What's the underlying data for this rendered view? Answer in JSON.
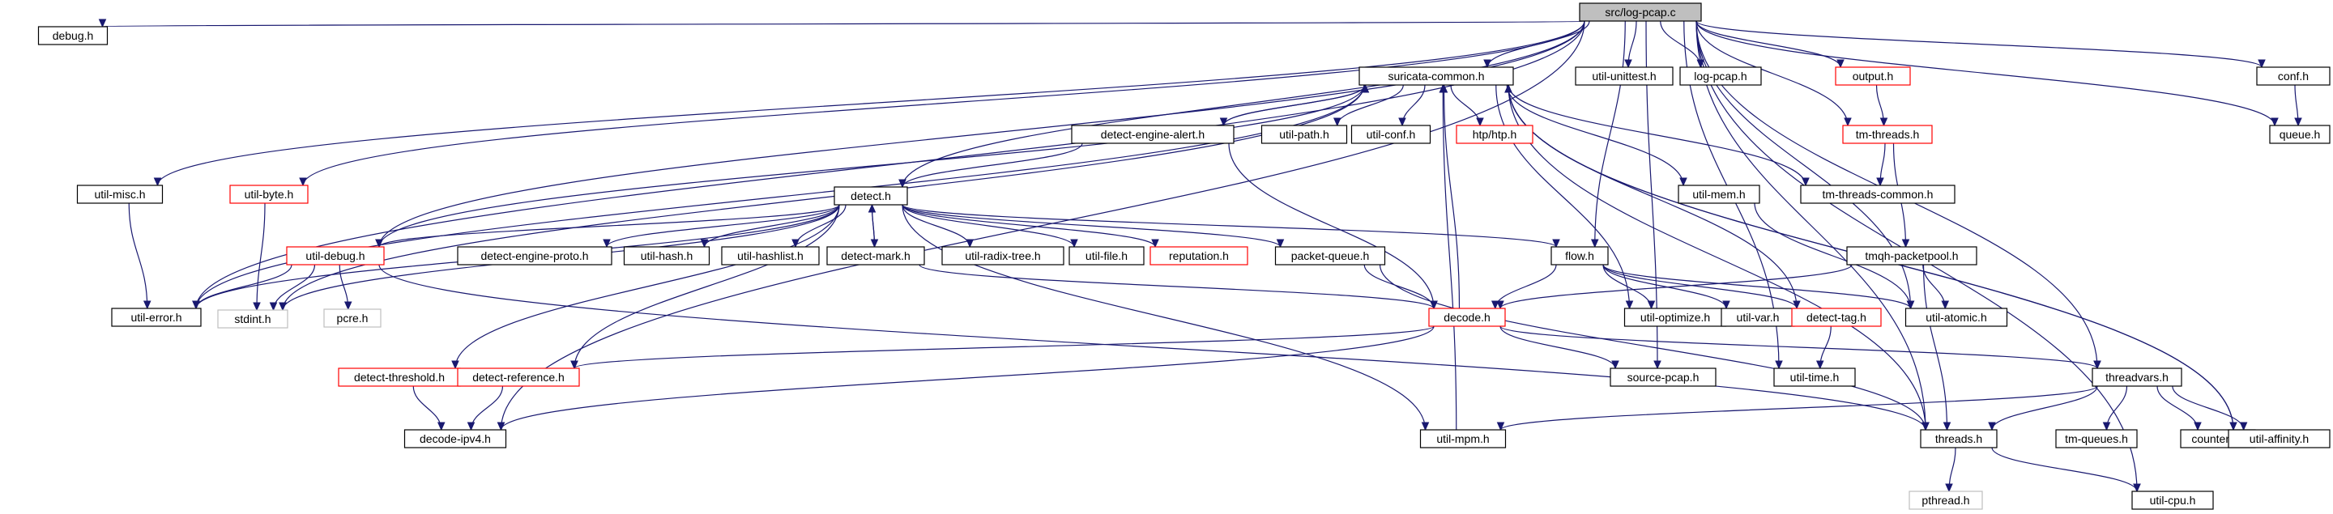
{
  "graph": {
    "colors": {
      "edge": "#191970",
      "normal_border": "#000000",
      "red_border": "#ff0000",
      "grey_border": "#bfbfbf",
      "root_fill": "#bfbfbf"
    },
    "nodes": [
      {
        "id": "log-pcap-c",
        "label": "src/log-pcap.c",
        "style": "root"
      },
      {
        "id": "debug-h",
        "label": "debug.h",
        "style": "normal"
      },
      {
        "id": "suricata-common-h",
        "label": "suricata-common.h",
        "style": "normal"
      },
      {
        "id": "util-unittest-h",
        "label": "util-unittest.h",
        "style": "normal"
      },
      {
        "id": "log-pcap-h",
        "label": "log-pcap.h",
        "style": "normal"
      },
      {
        "id": "output-h",
        "label": "output.h",
        "style": "red"
      },
      {
        "id": "conf-h",
        "label": "conf.h",
        "style": "normal"
      },
      {
        "id": "queue-h",
        "label": "queue.h",
        "style": "normal"
      },
      {
        "id": "detect-engine-alert-h",
        "label": "detect-engine-alert.h",
        "style": "normal"
      },
      {
        "id": "util-path-h",
        "label": "util-path.h",
        "style": "normal"
      },
      {
        "id": "util-conf-h",
        "label": "util-conf.h",
        "style": "normal"
      },
      {
        "id": "htp-h",
        "label": "htp/htp.h",
        "style": "red"
      },
      {
        "id": "tm-threads-h",
        "label": "tm-threads.h",
        "style": "red"
      },
      {
        "id": "util-misc-h",
        "label": "util-misc.h",
        "style": "normal"
      },
      {
        "id": "util-byte-h",
        "label": "util-byte.h",
        "style": "red"
      },
      {
        "id": "detect-h",
        "label": "detect.h",
        "style": "normal"
      },
      {
        "id": "util-mem-h",
        "label": "util-mem.h",
        "style": "normal"
      },
      {
        "id": "tm-threads-common-h",
        "label": "tm-threads-common.h",
        "style": "normal"
      },
      {
        "id": "util-debug-h",
        "label": "util-debug.h",
        "style": "red"
      },
      {
        "id": "detect-engine-proto-h",
        "label": "detect-engine-proto.h",
        "style": "normal"
      },
      {
        "id": "util-hash-h",
        "label": "util-hash.h",
        "style": "normal"
      },
      {
        "id": "util-hashlist-h",
        "label": "util-hashlist.h",
        "style": "normal"
      },
      {
        "id": "detect-mark-h",
        "label": "detect-mark.h",
        "style": "normal"
      },
      {
        "id": "util-radix-tree-h",
        "label": "util-radix-tree.h",
        "style": "normal"
      },
      {
        "id": "util-file-h",
        "label": "util-file.h",
        "style": "normal"
      },
      {
        "id": "reputation-h",
        "label": "reputation.h",
        "style": "red"
      },
      {
        "id": "packet-queue-h",
        "label": "packet-queue.h",
        "style": "normal"
      },
      {
        "id": "flow-h",
        "label": "flow.h",
        "style": "normal"
      },
      {
        "id": "tmqh-packetpool-h",
        "label": "tmqh-packetpool.h",
        "style": "normal"
      },
      {
        "id": "util-error-h",
        "label": "util-error.h",
        "style": "normal"
      },
      {
        "id": "stdint-h",
        "label": "stdint.h",
        "style": "grey"
      },
      {
        "id": "pcre-h",
        "label": "pcre.h",
        "style": "grey"
      },
      {
        "id": "decode-h",
        "label": "decode.h",
        "style": "red"
      },
      {
        "id": "util-optimize-h",
        "label": "util-optimize.h",
        "style": "normal"
      },
      {
        "id": "util-var-h",
        "label": "util-var.h",
        "style": "normal"
      },
      {
        "id": "detect-tag-h",
        "label": "detect-tag.h",
        "style": "red"
      },
      {
        "id": "util-atomic-h",
        "label": "util-atomic.h",
        "style": "normal"
      },
      {
        "id": "detect-threshold-h",
        "label": "detect-threshold.h",
        "style": "red"
      },
      {
        "id": "detect-reference-h",
        "label": "detect-reference.h",
        "style": "red"
      },
      {
        "id": "source-pcap-h",
        "label": "source-pcap.h",
        "style": "normal"
      },
      {
        "id": "util-time-h",
        "label": "util-time.h",
        "style": "normal"
      },
      {
        "id": "threadvars-h",
        "label": "threadvars.h",
        "style": "normal"
      },
      {
        "id": "decode-ipv4-h",
        "label": "decode-ipv4.h",
        "style": "normal"
      },
      {
        "id": "util-mpm-h",
        "label": "util-mpm.h",
        "style": "normal"
      },
      {
        "id": "threads-h",
        "label": "threads.h",
        "style": "normal"
      },
      {
        "id": "tm-queues-h",
        "label": "tm-queues.h",
        "style": "normal"
      },
      {
        "id": "counters-h",
        "label": "counters.h",
        "style": "normal"
      },
      {
        "id": "util-affinity-h",
        "label": "util-affinity.h",
        "style": "normal"
      },
      {
        "id": "pthread-h",
        "label": "pthread.h",
        "style": "grey"
      },
      {
        "id": "util-cpu-h",
        "label": "util-cpu.h",
        "style": "normal"
      }
    ],
    "edges": [
      [
        "log-pcap-c",
        "debug-h"
      ],
      [
        "log-pcap-c",
        "suricata-common-h"
      ],
      [
        "log-pcap-c",
        "util-unittest-h"
      ],
      [
        "log-pcap-c",
        "log-pcap-h"
      ],
      [
        "log-pcap-c",
        "output-h"
      ],
      [
        "log-pcap-c",
        "conf-h"
      ],
      [
        "log-pcap-c",
        "queue-h"
      ],
      [
        "log-pcap-c",
        "tm-threads-h"
      ],
      [
        "log-pcap-c",
        "util-misc-h"
      ],
      [
        "log-pcap-c",
        "util-byte-h"
      ],
      [
        "log-pcap-c",
        "detect-h"
      ],
      [
        "log-pcap-c",
        "util-error-h"
      ],
      [
        "log-pcap-c",
        "util-debug-h"
      ],
      [
        "log-pcap-c",
        "flow-h"
      ],
      [
        "log-pcap-c",
        "decode-ipv4-h"
      ],
      [
        "log-pcap-c",
        "source-pcap-h"
      ],
      [
        "log-pcap-c",
        "util-time-h"
      ],
      [
        "log-pcap-c",
        "threadvars-h"
      ],
      [
        "log-pcap-c",
        "threads-h"
      ],
      [
        "log-pcap-c",
        "util-atomic-h"
      ],
      [
        "log-pcap-c",
        "util-cpu-h"
      ],
      [
        "conf-h",
        "queue-h"
      ],
      [
        "output-h",
        "tm-threads-h"
      ],
      [
        "tm-threads-h",
        "tm-threads-common-h"
      ],
      [
        "tm-threads-h",
        "tmqh-packetpool-h"
      ],
      [
        "suricata-common-h",
        "detect-engine-alert-h"
      ],
      [
        "suricata-common-h",
        "util-path-h"
      ],
      [
        "suricata-common-h",
        "util-conf-h"
      ],
      [
        "suricata-common-h",
        "htp-h"
      ],
      [
        "suricata-common-h",
        "util-mem-h"
      ],
      [
        "suricata-common-h",
        "tm-threads-common-h"
      ],
      [
        "suricata-common-h",
        "util-error-h"
      ],
      [
        "suricata-common-h",
        "stdint-h"
      ],
      [
        "suricata-common-h",
        "util-debug-h"
      ],
      [
        "suricata-common-h",
        "util-optimize-h"
      ],
      [
        "suricata-common-h",
        "threads-h"
      ],
      [
        "suricata-common-h",
        "util-affinity-h"
      ],
      [
        "detect-engine-alert-h",
        "suricata-common-h"
      ],
      [
        "detect-engine-alert-h",
        "detect-h"
      ],
      [
        "detect-engine-alert-h",
        "decode-h"
      ],
      [
        "util-misc-h",
        "util-error-h"
      ],
      [
        "util-byte-h",
        "stdint-h"
      ],
      [
        "util-mem-h",
        "util-atomic-h"
      ],
      [
        "detect-h",
        "util-debug-h"
      ],
      [
        "detect-h",
        "util-error-h"
      ],
      [
        "detect-h",
        "detect-engine-proto-h"
      ],
      [
        "detect-h",
        "util-hash-h"
      ],
      [
        "detect-h",
        "util-hashlist-h"
      ],
      [
        "detect-h",
        "detect-mark-h"
      ],
      [
        "detect-h",
        "util-radix-tree-h"
      ],
      [
        "detect-h",
        "util-file-h"
      ],
      [
        "detect-h",
        "reputation-h"
      ],
      [
        "detect-h",
        "packet-queue-h"
      ],
      [
        "detect-h",
        "flow-h"
      ],
      [
        "detect-h",
        "detect-threshold-h"
      ],
      [
        "detect-h",
        "detect-reference-h"
      ],
      [
        "detect-h",
        "util-mpm-h"
      ],
      [
        "detect-h",
        "stdint-h"
      ],
      [
        "detect-mark-h",
        "detect-h"
      ],
      [
        "detect-mark-h",
        "decode-h"
      ],
      [
        "util-debug-h",
        "util-error-h"
      ],
      [
        "util-debug-h",
        "stdint-h"
      ],
      [
        "util-debug-h",
        "pcre-h"
      ],
      [
        "util-debug-h",
        "threads-h"
      ],
      [
        "packet-queue-h",
        "decode-h"
      ],
      [
        "packet-queue-h",
        "threads-h"
      ],
      [
        "flow-h",
        "decode-h"
      ],
      [
        "flow-h",
        "util-optimize-h"
      ],
      [
        "flow-h",
        "util-var-h"
      ],
      [
        "flow-h",
        "detect-tag-h"
      ],
      [
        "flow-h",
        "util-atomic-h"
      ],
      [
        "tmqh-packetpool-h",
        "decode-h"
      ],
      [
        "tmqh-packetpool-h",
        "util-atomic-h"
      ],
      [
        "tmqh-packetpool-h",
        "threads-h"
      ],
      [
        "decode-h",
        "suricata-common-h"
      ],
      [
        "decode-h",
        "detect-reference-h"
      ],
      [
        "decode-h",
        "decode-ipv4-h"
      ],
      [
        "decode-h",
        "source-pcap-h"
      ],
      [
        "decode-h",
        "threadvars-h"
      ],
      [
        "detect-tag-h",
        "suricata-common-h"
      ],
      [
        "detect-tag-h",
        "util-time-h"
      ],
      [
        "detect-threshold-h",
        "decode-ipv4-h"
      ],
      [
        "detect-reference-h",
        "decode-ipv4-h"
      ],
      [
        "threadvars-h",
        "util-mpm-h"
      ],
      [
        "threadvars-h",
        "threads-h"
      ],
      [
        "threadvars-h",
        "tm-queues-h"
      ],
      [
        "threadvars-h",
        "counters-h"
      ],
      [
        "threadvars-h",
        "util-affinity-h"
      ],
      [
        "util-mpm-h",
        "suricata-common-h"
      ],
      [
        "util-affinity-h",
        "suricata-common-h"
      ],
      [
        "threads-h",
        "pthread-h"
      ],
      [
        "threads-h",
        "util-cpu-h"
      ]
    ]
  }
}
